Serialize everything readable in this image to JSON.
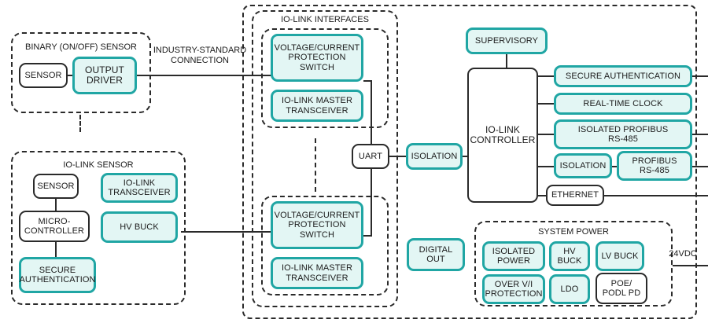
{
  "diagram": {
    "title": "IO-Link system block diagram",
    "colors": {
      "teal_border": "#20a6a4",
      "teal_fill": "#e3f6f4",
      "outline": "#2a2a2a",
      "background": "#ffffff"
    }
  },
  "groups": {
    "binary_sensor": {
      "title": "BINARY (ON/OFF) SENSOR"
    },
    "io_link_sensor": {
      "title": "IO-LINK SENSOR"
    },
    "io_link_interfaces": {
      "title": "IO-LINK INTERFACES"
    },
    "master": {
      "title": ""
    },
    "interface_group_1": {
      "title": ""
    },
    "interface_group_2": {
      "title": ""
    },
    "system_power": {
      "title": "SYSTEM POWER"
    }
  },
  "labels": {
    "industry_standard_connection": "INDUSTRY-STANDARD\nCONNECTION",
    "supply_voltage": "24VDC"
  },
  "blocks": {
    "sensor_binary": "SENSOR",
    "output_driver": "OUTPUT\nDRIVER",
    "sensor_iolink": "SENSOR",
    "micro_controller": "MICRO-\nCONTROLLER",
    "secure_auth_sensor": "SECURE\nAUTHENTICATION",
    "io_link_transceiver": "IO-LINK\nTRANSCEIVER",
    "hv_buck_sensor": "HV BUCK",
    "vcps_1": "VOLTAGE/CURRENT\nPROTECTION\nSWITCH",
    "iolink_master_xcvr_1": "IO-LINK MASTER\nTRANSCEIVER",
    "vcps_2": "VOLTAGE/CURRENT\nPROTECTION\nSWITCH",
    "iolink_master_xcvr_2": "IO-LINK MASTER\nTRANSCEIVER",
    "uart": "UART",
    "isolation_main": "ISOLATION",
    "supervisory": "SUPERVISORY",
    "io_link_controller": "IO-LINK\nCONTROLLER",
    "digital_out": "DIGITAL\nOUT",
    "secure_authentication": "SECURE AUTHENTICATION",
    "real_time_clock": "REAL-TIME CLOCK",
    "isolated_profibus": "ISOLATED PROFIBUS\nRS-485",
    "isolation_profibus": "ISOLATION",
    "profibus": "PROFIBUS\nRS-485",
    "ethernet": "ETHERNET",
    "isolated_power": "ISOLATED\nPOWER",
    "hv_buck_power": "HV\nBUCK",
    "lv_buck": "LV BUCK",
    "over_vi_protection": "OVER V/I\nPROTECTION",
    "ldo": "LDO",
    "poe_podl_pd": "POE/\nPODL PD"
  }
}
